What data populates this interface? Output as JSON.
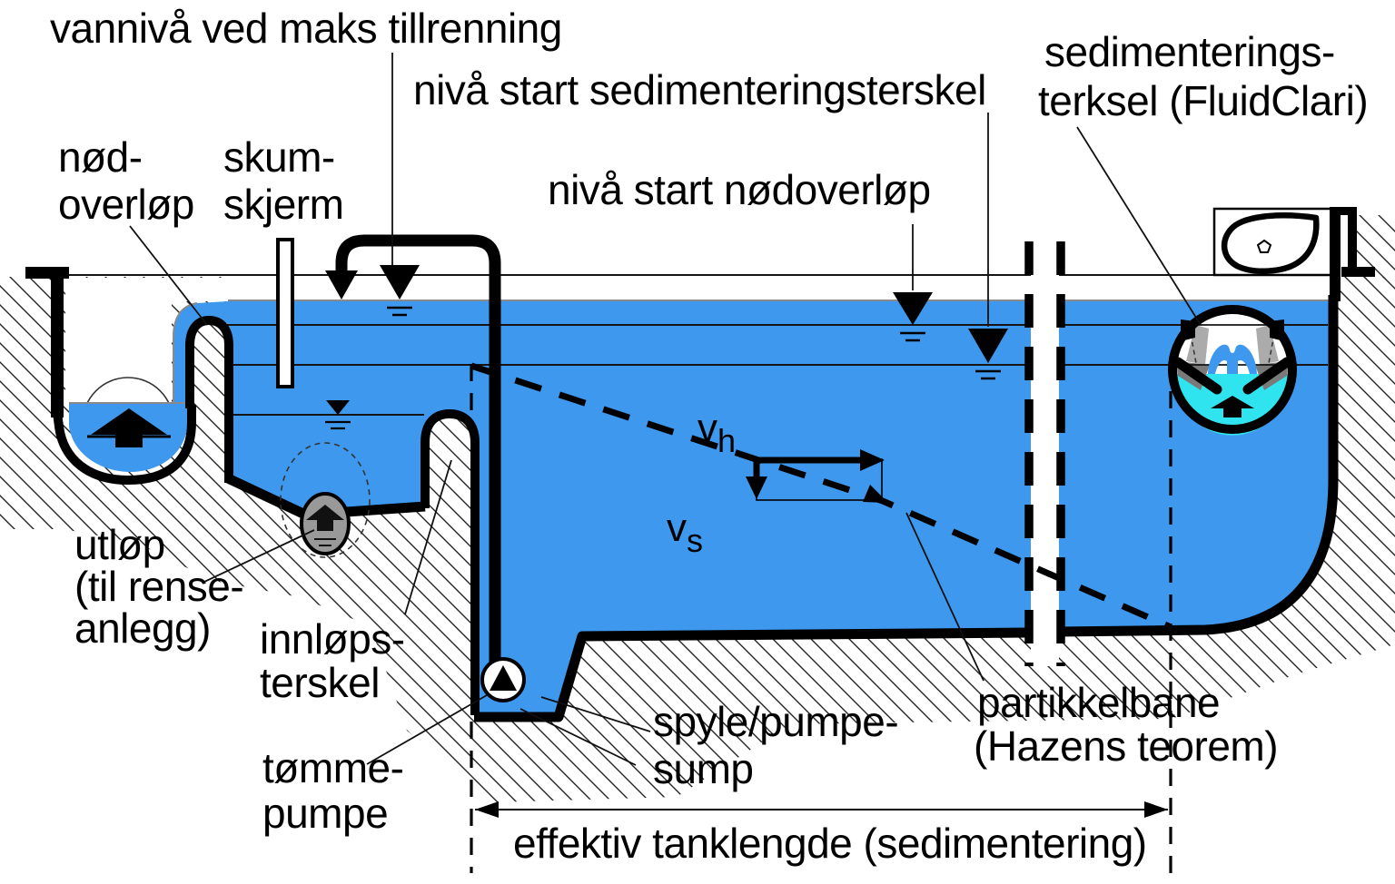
{
  "meta": {
    "description": "Cross-section diagram of a stormwater sedimentation tank (Norwegian labels)"
  },
  "colors": {
    "water": "#3E98ED",
    "clear_water": "#30E4EF",
    "valve_gray": "#999999",
    "slab_gray": "#ABABAB",
    "slab_dark_gray": "#7A7A7A",
    "outline": "#000000"
  },
  "labels": {
    "max_water_level": "vannivå ved maks tillrenning",
    "level_start_sediment": "nivå start sedimenteringsterskel",
    "level_start_emergency": "nivå start nødoverløp",
    "emergency_overflow": {
      "line1": "nød-",
      "line2": "overløp"
    },
    "scum_screen": {
      "line1": "skum-",
      "line2": "skjerm"
    },
    "outlet": {
      "line1": "utløp",
      "line2": "(til rense-",
      "line3": "anlegg)"
    },
    "inlet_weir": {
      "line1": "innløps-",
      "line2": "terskel"
    },
    "drain_pump": {
      "line1": "tømme-",
      "line2": "pumpe"
    },
    "flush_pump_sump": {
      "line1": "spyle/pumpe-",
      "line2": "sump"
    },
    "effective_length": "effektiv tanklengde (sedimentering)",
    "particle_path": {
      "line1": "partikkelbane",
      "line2": "(Hazens teorem)"
    },
    "sediment_weir": {
      "line1": "sedimenterings-",
      "line2": "terksel (FluidClari)"
    },
    "vh": {
      "main": "v",
      "sub": "h"
    },
    "vs": {
      "main": "v",
      "sub": "s"
    }
  }
}
